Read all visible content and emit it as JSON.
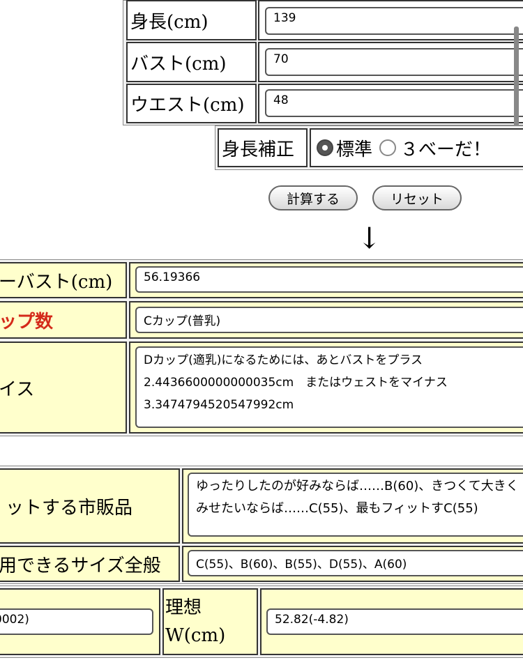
{
  "input": {
    "height_label": "身長(cm)",
    "height_value": "139",
    "bust_label": "バスト(cm)",
    "bust_value": "70",
    "waist_label": "ウエスト(cm)",
    "waist_value": "48",
    "correction_label": "身長補正",
    "opt_standard": "標準",
    "opt_3d": "３べーだ！",
    "selected_option": "標準"
  },
  "buttons": {
    "calc": "計算する",
    "reset": "リセット"
  },
  "arrow": "↓",
  "results": {
    "underbust_label": "ーバスト(cm)",
    "underbust_value": "56.19366",
    "cup_label": "ップ数",
    "cup_value": "Cカップ(普乳)",
    "advice_label": "イス",
    "advice_value": "Dカップ(適乳)になるためには、あとバストをプラス2.4436600000000035cm　またはウェストをマイナス3.3474794520547992cm"
  },
  "products": {
    "fit_label": "ットする市販品",
    "fit_value": "ゆったりしたのが好みならば……B(60)、きつくて大きくみせたいならば……C(55)、最もフィットすC(55)",
    "all_label": "用できるサイズ全般",
    "all_value": "C(55)、B(60)、B(55)、D(55)、A(60)"
  },
  "ideal": {
    "left_value": "0002)",
    "w_label": "理想W(cm)",
    "w_value": "52.82(-4.82)"
  },
  "colors": {
    "cell_bg": "#ffffcc",
    "alert_red": "#d42a1a"
  }
}
